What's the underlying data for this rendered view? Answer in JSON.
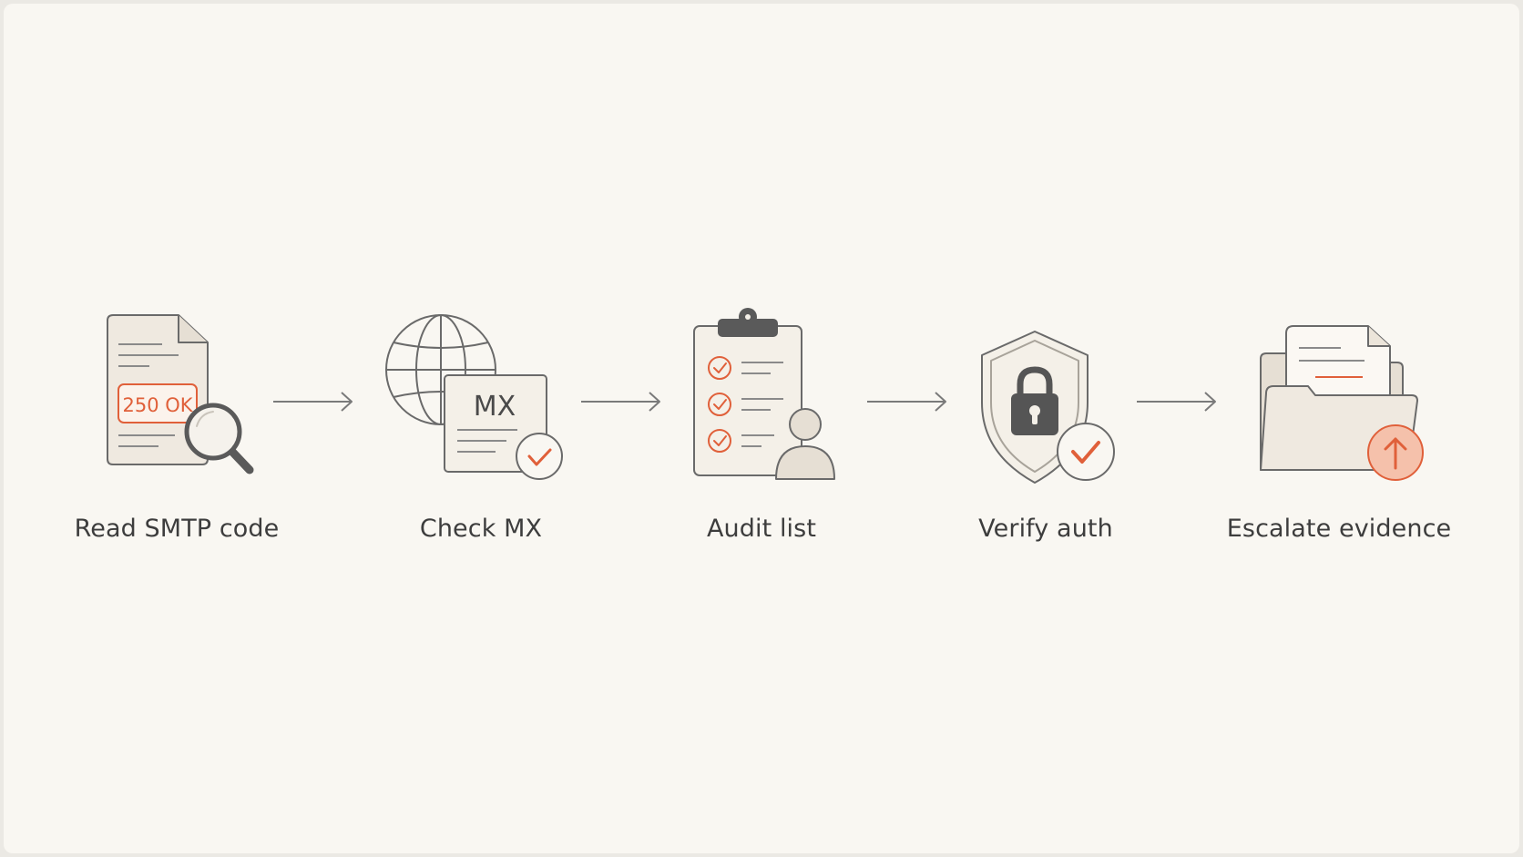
{
  "steps": [
    {
      "label": "Read SMTP code",
      "icon": "document-magnifier-icon",
      "badge_text": "250 OK"
    },
    {
      "label": "Check MX",
      "icon": "globe-mx-record-icon",
      "badge_text": "MX"
    },
    {
      "label": "Audit list",
      "icon": "clipboard-checklist-user-icon"
    },
    {
      "label": "Verify auth",
      "icon": "shield-lock-check-icon"
    },
    {
      "label": "Escalate evidence",
      "icon": "folder-upload-icon"
    }
  ],
  "colors": {
    "background": "#f9f7f2",
    "outline": "#6a6a6a",
    "fill": "#efe9e0",
    "accent": "#e0603a",
    "text": "#3d3d3d"
  }
}
